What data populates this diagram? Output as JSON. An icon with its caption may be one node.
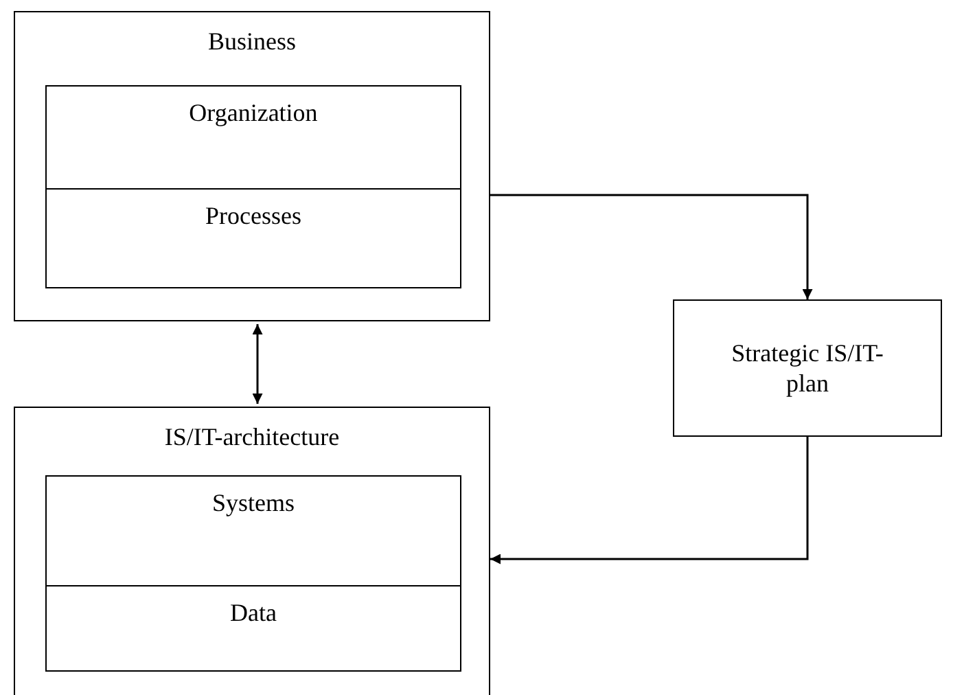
{
  "diagram": {
    "nodes": [
      {
        "text": [
          "Business"
        ]
      },
      {
        "text": [
          "Organization"
        ],
        "in": 0
      },
      {
        "text": [
          "Processes"
        ],
        "in": 0
      },
      {
        "text": [
          "IS/IT-architecture"
        ]
      },
      {
        "text": [
          "Systems"
        ],
        "in": 3
      },
      {
        "text": [
          "Data"
        ],
        "in": 3
      },
      {
        "text": [
          "Strategic IS/IT-plan"
        ]
      }
    ],
    "edges": [
      {
        "from": 0,
        "to": 3,
        "arrow": "both"
      },
      {
        "from": 0,
        "to": 6,
        "arrow": "to"
      },
      {
        "from": 6,
        "to": 3,
        "arrow": "to"
      }
    ]
  }
}
